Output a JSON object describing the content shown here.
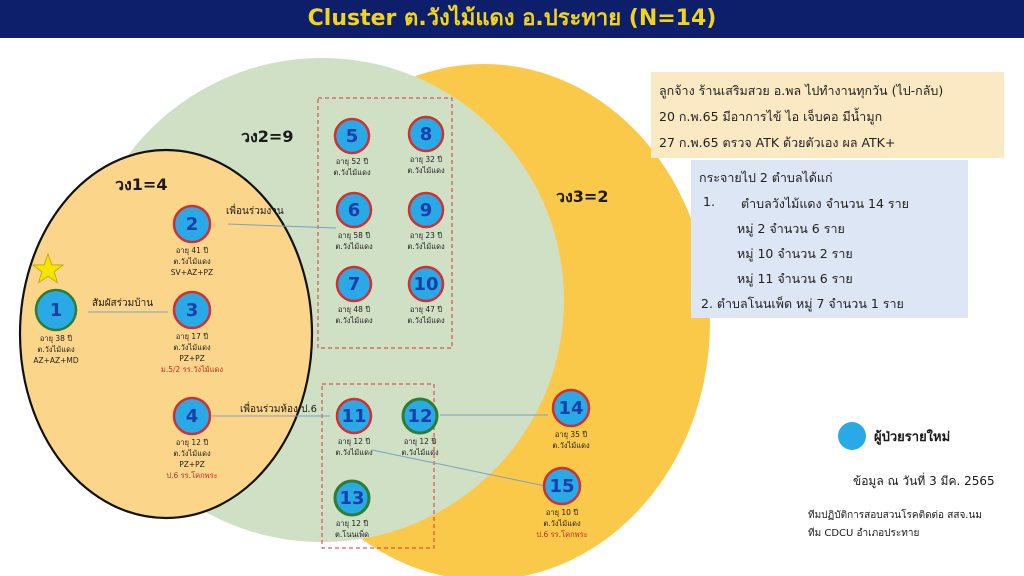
{
  "title": "Cluster ต.วังไม้แดง อ.ประทาย (N=14)",
  "rings": {
    "ring1": "วง1=4",
    "ring2": "วง2=9",
    "ring3": "วง3=2"
  },
  "relations": {
    "coworker": "เพื่อนร่วมงาน",
    "household": "สัมผัสร่วมบ้าน",
    "classmate": "เพื่อนร่วมห้อง ป.6"
  },
  "colors": {
    "title_bg": "#0d1f6b",
    "title_fg": "#f2d51a",
    "ring3_fill": "#fbc94a",
    "ring2_fill": "#cfe0c4",
    "ring1_fill": "#fbd68a",
    "new_case": "#29a9e6",
    "node_border": "#d32f2f"
  },
  "nodes": [
    {
      "id": "1",
      "lines": [
        "อายุ 38 ปี",
        "ต.วังไม้แดง",
        "AZ+AZ+MD"
      ],
      "red": "",
      "style": "new-case",
      "index_case": true
    },
    {
      "id": "2",
      "lines": [
        "อายุ 41 ปี",
        "ต.วังไม้แดง",
        "SV+AZ+PZ"
      ],
      "red": "",
      "style": "normal"
    },
    {
      "id": "3",
      "lines": [
        "อายุ 17 ปี",
        "ต.วังไม้แดง",
        "PZ+PZ"
      ],
      "red": "ม.5/2 รร.วังไม้แดง",
      "style": "normal"
    },
    {
      "id": "4",
      "lines": [
        "อายุ 12 ปี",
        "ต.วังไม้แดง",
        "PZ+PZ"
      ],
      "red": "ป.6 รร.โคกพระ",
      "style": "normal"
    },
    {
      "id": "5",
      "lines": [
        "อายุ 52 ปี",
        "ต.วังไม้แดง"
      ],
      "red": "",
      "style": "normal"
    },
    {
      "id": "8",
      "lines": [
        "อายุ 32 ปี",
        "ต.วังไม้แดง"
      ],
      "red": "",
      "style": "normal"
    },
    {
      "id": "6",
      "lines": [
        "อายุ 58 ปี",
        "ต.วังไม้แดง"
      ],
      "red": "",
      "style": "normal"
    },
    {
      "id": "9",
      "lines": [
        "อายุ 23 ปี",
        "ต.วังไม้แดง"
      ],
      "red": "",
      "style": "normal"
    },
    {
      "id": "7",
      "lines": [
        "อายุ 48 ปี",
        "ต.วังไม้แดง"
      ],
      "red": "",
      "style": "normal"
    },
    {
      "id": "10",
      "lines": [
        "อายุ 47 ปี",
        "ต.วังไม้แดง"
      ],
      "red": "",
      "style": "normal"
    },
    {
      "id": "11",
      "lines": [
        "อายุ 12 ปี",
        "ต.วังไม้แดง"
      ],
      "red": "",
      "style": "normal"
    },
    {
      "id": "12",
      "lines": [
        "อายุ 12 ปี",
        "ต.วังไม้แดง"
      ],
      "red": "",
      "style": "green-new"
    },
    {
      "id": "13",
      "lines": [
        "อายุ 12 ปี",
        "ต.โนนเพ็ด"
      ],
      "red": "",
      "style": "green-new"
    },
    {
      "id": "14",
      "lines": [
        "อายุ 35 ปี",
        "ต.วังไม้แดง"
      ],
      "red": "",
      "style": "normal"
    },
    {
      "id": "15",
      "lines": [
        "อายุ 10 ปี",
        "ต.วังไม้แดง"
      ],
      "red": "ป.6 รร.โคกพระ",
      "style": "normal"
    }
  ],
  "info_box": {
    "line1": "ลูกจ้าง ร้านเสริมสวย อ.พล ไปทำงานทุกวัน (ไป-กลับ)",
    "line2": "20 ก.พ.65 มีอาการไข้ ไอ เจ็บคอ มีน้ำมูก",
    "line3": "27 ก.พ.65 ตรวจ ATK ด้วยตัวเอง ผล ATK+"
  },
  "spread_box": {
    "heading": "กระจายไป 2 ตำบลได้แก่",
    "item1_num": "1.",
    "item1": "ตำบลวังไม้แดง จำนวน 14 ราย",
    "sub1": "หมู่ 2  จำนวน 6 ราย",
    "sub2": "หมู่ 10 จำนวน 2 ราย",
    "sub3": "หมู่ 11 จำนวน 6 ราย",
    "item2": "2. ตำบลโนนเพ็ด หมู่ 7 จำนวน 1 ราย"
  },
  "legend": {
    "label": "ผู้ป่วยรายใหม่"
  },
  "footer": {
    "data_date": "ข้อมูล ณ วันที่ 3 มีค. 2565",
    "team1": "ทีมปฏิบัติการสอบสวนโรคติดต่อ สสจ.นม",
    "team2": "ทีม CDCU อำเภอประทาย"
  }
}
